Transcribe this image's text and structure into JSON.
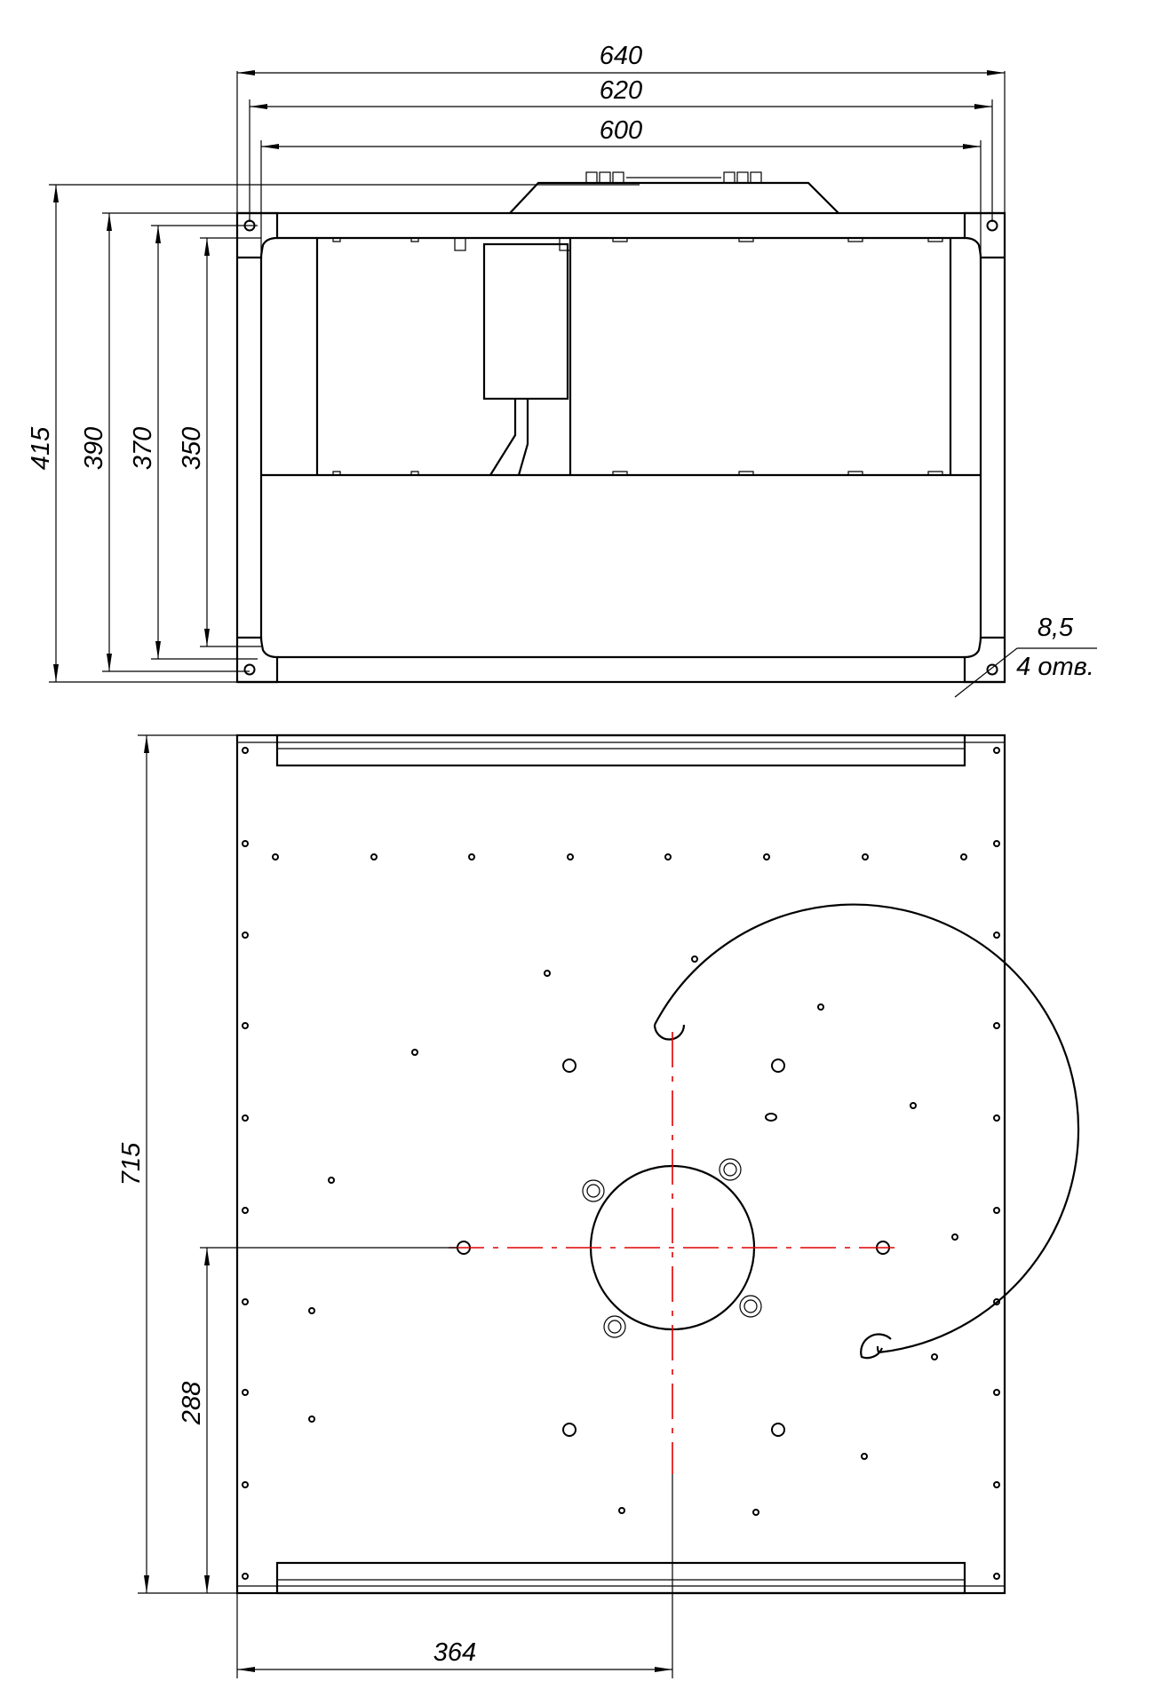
{
  "dimensions": {
    "width_outer": "640",
    "width_flange_holes": "620",
    "width_inner": "600",
    "height_outer": "415",
    "height_390": "390",
    "height_370": "370",
    "height_350": "350",
    "hole_diameter": "8,5",
    "hole_count": "4 отв.",
    "length": "715",
    "axis_height": "288",
    "axis_offset": "364"
  }
}
